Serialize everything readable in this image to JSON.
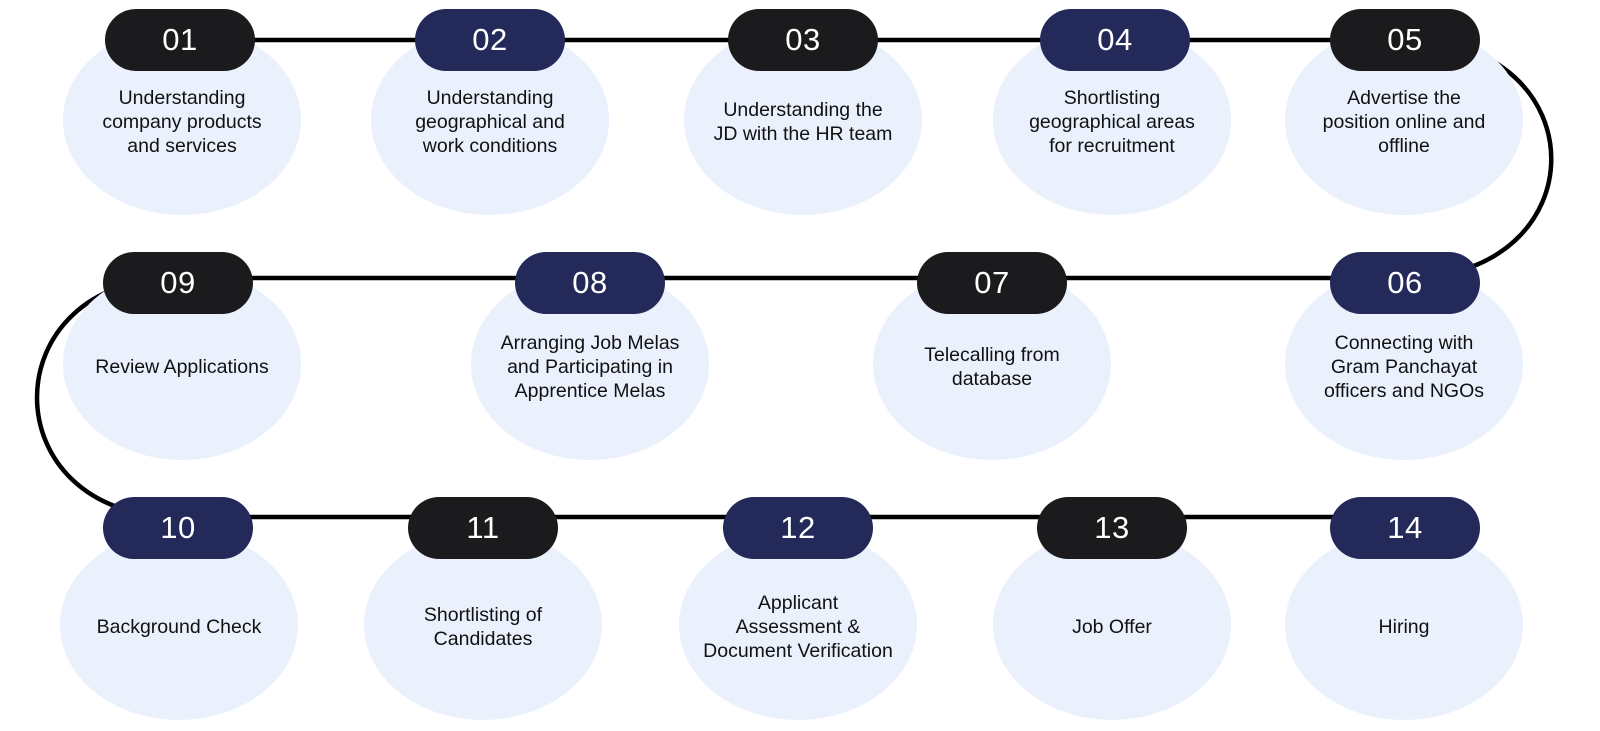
{
  "colors": {
    "pill_dark": "#1b1b1d",
    "pill_navy": "#232a5a",
    "bubble": "#eaf1fd",
    "connector": "#000000",
    "text": "#111111"
  },
  "steps": [
    {
      "number": "01",
      "label": "Understanding\ncompany products\nand services",
      "pill_color": "dark"
    },
    {
      "number": "02",
      "label": "Understanding\ngeographical and\nwork conditions",
      "pill_color": "navy"
    },
    {
      "number": "03",
      "label": "Understanding the\nJD with the HR team",
      "pill_color": "dark"
    },
    {
      "number": "04",
      "label": "Shortlisting\ngeographical areas\nfor recruitment",
      "pill_color": "navy"
    },
    {
      "number": "05",
      "label": "Advertise the\nposition online and\noffline",
      "pill_color": "dark"
    },
    {
      "number": "06",
      "label": "Connecting with\nGram Panchayat\nofficers and NGOs",
      "pill_color": "navy"
    },
    {
      "number": "07",
      "label": "Telecalling from\ndatabase",
      "pill_color": "dark"
    },
    {
      "number": "08",
      "label": "Arranging Job Melas\nand Participating in\nApprentice Melas",
      "pill_color": "navy"
    },
    {
      "number": "09",
      "label": "Review Applications",
      "pill_color": "dark"
    },
    {
      "number": "10",
      "label": "Background Check",
      "pill_color": "navy"
    },
    {
      "number": "11",
      "label": "Shortlisting of\nCandidates",
      "pill_color": "dark"
    },
    {
      "number": "12",
      "label": "Applicant\nAssessment &\nDocument Verification",
      "pill_color": "navy"
    },
    {
      "number": "13",
      "label": "Job Offer",
      "pill_color": "dark"
    },
    {
      "number": "14",
      "label": "Hiring",
      "pill_color": "navy"
    }
  ]
}
